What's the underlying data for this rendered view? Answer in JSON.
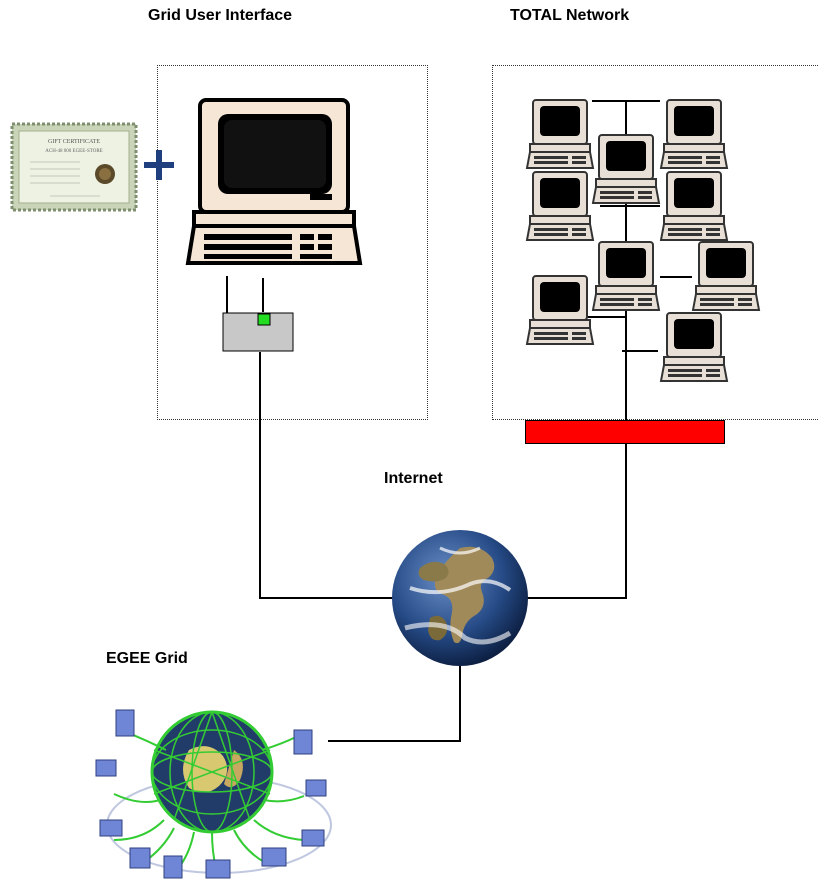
{
  "labels": {
    "grid_ui": "Grid User Interface",
    "total_network": "TOTAL Network",
    "internet": "Internet",
    "egee_grid": "EGEE Grid"
  },
  "certificate": {
    "title": "GIFT CERTIFICATE",
    "line1": "ACH-48 000 EGEE-STORE",
    "plus": "+"
  },
  "colors": {
    "router": "#ff0000",
    "modem_body": "#c8c8c8",
    "modem_led": "#22dd22",
    "plus": "#1f3f7f",
    "grid_mesh": "#33cc33",
    "grid_nodes": "#6f86d6"
  }
}
